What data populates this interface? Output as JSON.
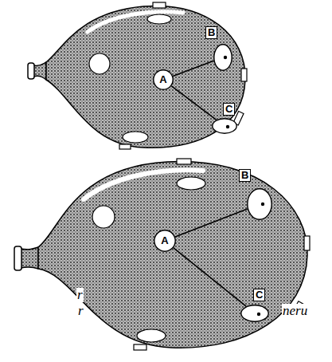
{
  "diagram": {
    "nodes": [
      {
        "text": [
          "A"
        ]
      },
      {
        "text": [
          "B"
        ]
      },
      {
        "text": [
          "C"
        ]
      },
      {
        "text": [
          "A"
        ]
      },
      {
        "text": [
          "B"
        ]
      },
      {
        "text": [
          "C"
        ]
      }
    ],
    "edges": [
      {
        "from": 0,
        "to": 1,
        "arrow": "none"
      },
      {
        "from": 0,
        "to": 2,
        "arrow": "none"
      },
      {
        "from": 3,
        "to": 4,
        "arrow": "none"
      },
      {
        "from": 3,
        "to": 5,
        "arrow": "none"
      }
    ],
    "labels": [
      "r",
      "r",
      "neru"
    ]
  }
}
